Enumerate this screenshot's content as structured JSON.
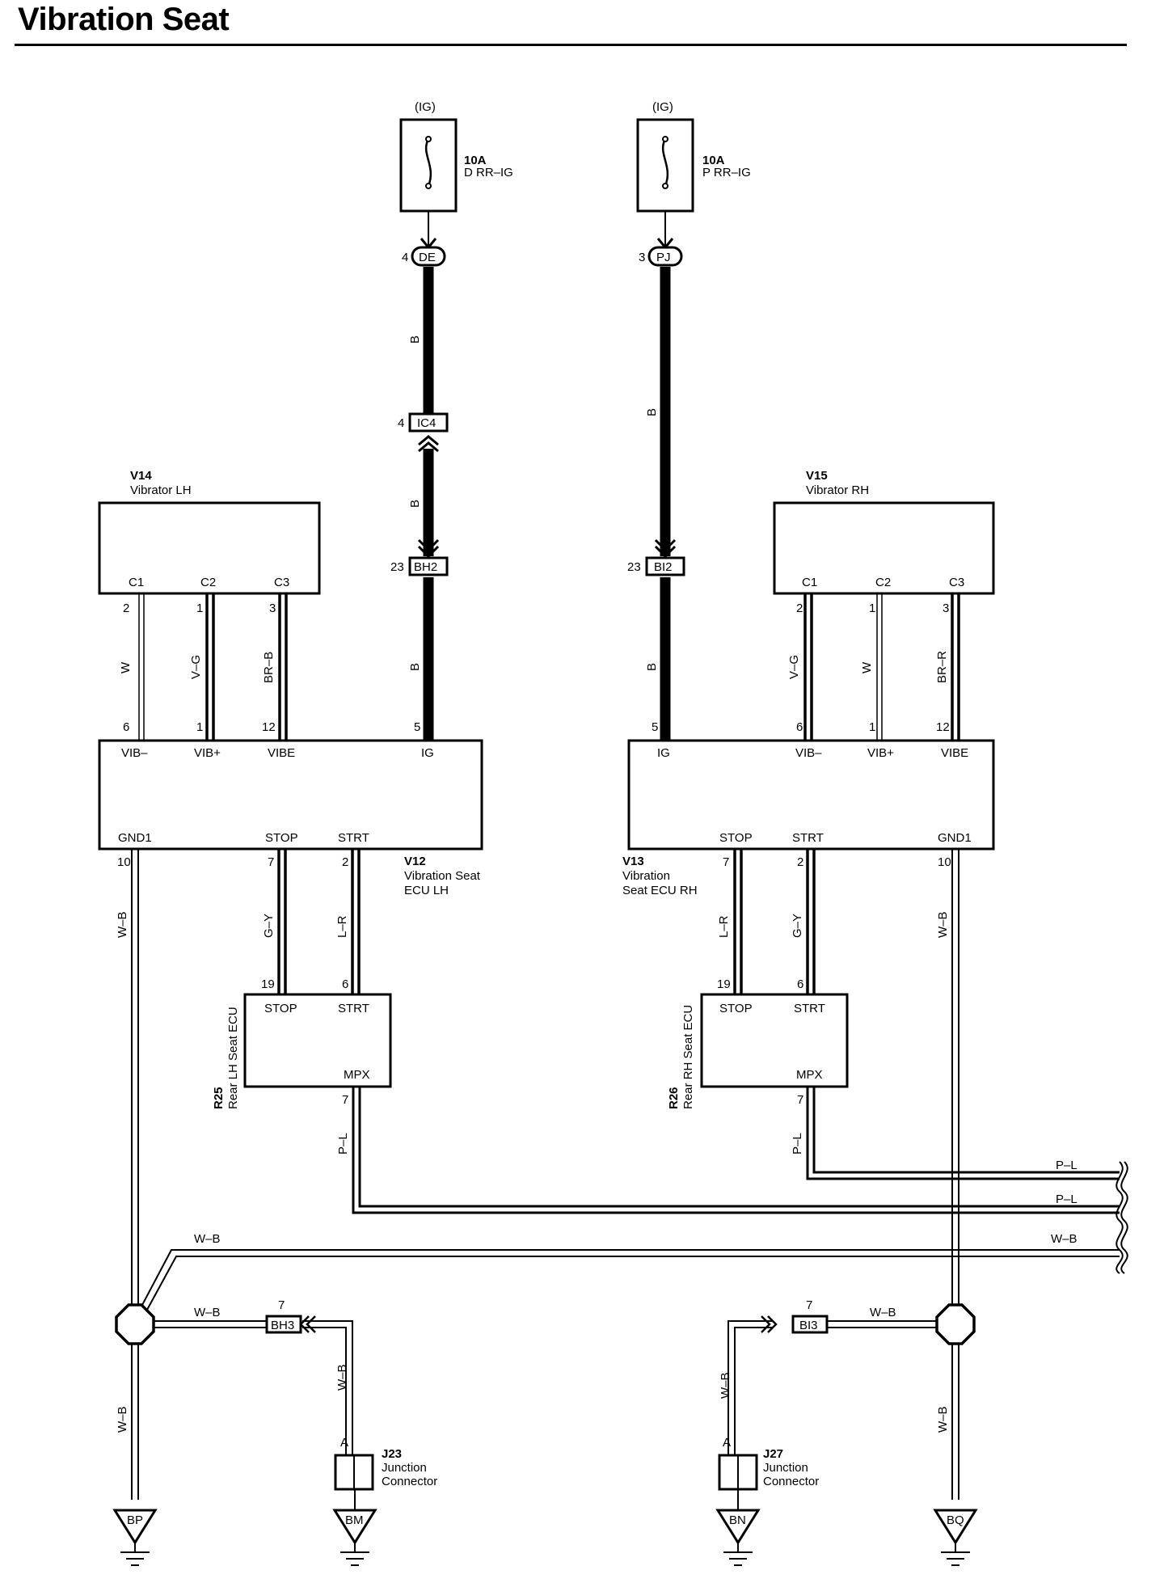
{
  "title": "Vibration Seat",
  "fuses": [
    {
      "id": "fuse-d-rr-ig",
      "supply": "(IG)",
      "rating": "10A",
      "name": "D RR–IG"
    },
    {
      "id": "fuse-p-rr-ig",
      "supply": "(IG)",
      "rating": "10A",
      "name": "P RR–IG"
    }
  ],
  "connectors": [
    {
      "id": "DE",
      "pin": "4"
    },
    {
      "id": "PJ",
      "pin": "3"
    },
    {
      "id": "IC4",
      "pin": "4"
    },
    {
      "id": "BH2",
      "pin": "23"
    },
    {
      "id": "BI2",
      "pin": "23"
    },
    {
      "id": "BH3",
      "pin": "7"
    },
    {
      "id": "BI3",
      "pin": "7"
    }
  ],
  "components": {
    "v14": {
      "code": "V14",
      "name": "Vibrator LH",
      "terminals": [
        "C1",
        "C2",
        "C3"
      ]
    },
    "v15": {
      "code": "V15",
      "name": "Vibrator RH",
      "terminals": [
        "C1",
        "C2",
        "C3"
      ]
    },
    "v12": {
      "code": "V12",
      "name_line1": "Vibration Seat",
      "name_line2": "ECU LH",
      "top_terminals": [
        "VIB–",
        "VIB+",
        "VIBE",
        "IG"
      ],
      "bottom_terminals": [
        "GND1",
        "STOP",
        "STRT"
      ]
    },
    "v13": {
      "code": "V13",
      "name_line1": "Vibration",
      "name_line2": "Seat ECU RH",
      "top_terminals": [
        "IG",
        "VIB–",
        "VIB+",
        "VIBE"
      ],
      "bottom_terminals": [
        "STOP",
        "STRT",
        "GND1"
      ]
    },
    "r25": {
      "code": "R25",
      "name": "Rear LH Seat ECU",
      "terminals": [
        "STOP",
        "STRT",
        "MPX"
      ]
    },
    "r26": {
      "code": "R26",
      "name": "Rear RH Seat ECU",
      "terminals": [
        "STOP",
        "STRT",
        "MPX"
      ]
    },
    "j23": {
      "code": "J23",
      "line1": "Junction",
      "line2": "Connector",
      "pin": "A"
    },
    "j27": {
      "code": "J27",
      "line1": "Junction",
      "line2": "Connector",
      "pin": "A"
    }
  },
  "wire_colors": {
    "b": "B",
    "w": "W",
    "v_g": "V–G",
    "br_b": "BR–B",
    "br_r": "BR–R",
    "w_b": "W–B",
    "g_y": "G–Y",
    "l_r": "L–R",
    "p_l": "P–L"
  },
  "pins": {
    "v14_c1": "2",
    "v14_c2": "1",
    "v14_c3": "3",
    "v12_vibm": "6",
    "v12_vibp": "1",
    "v12_vibe": "12",
    "v12_ig": "5",
    "v12_gnd1": "10",
    "v12_stop": "7",
    "v12_strt": "2",
    "r25_stop": "19",
    "r25_strt": "6",
    "r25_mpx": "7",
    "v15_c1": "2",
    "v15_c2": "1",
    "v15_c3": "3",
    "v13_ig": "5",
    "v13_vibm": "6",
    "v13_vibp": "1",
    "v13_vibe": "12",
    "v13_stop": "7",
    "v13_strt": "2",
    "v13_gnd1": "10",
    "r26_stop": "19",
    "r26_strt": "6",
    "r26_mpx": "7"
  },
  "grounds": [
    "BP",
    "BM",
    "BN",
    "BQ"
  ]
}
